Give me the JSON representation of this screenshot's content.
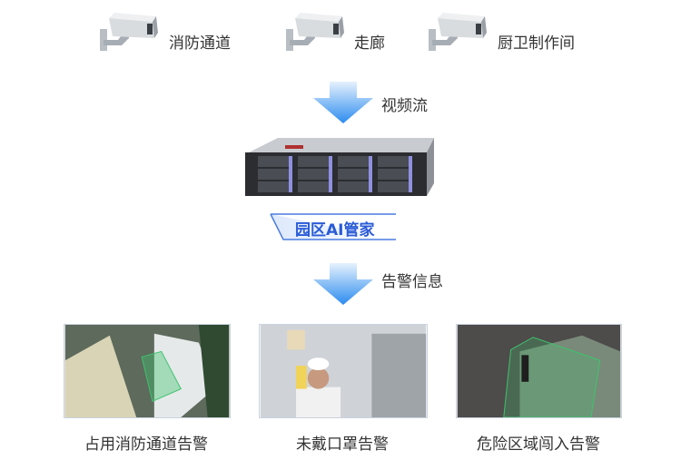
{
  "cameras": [
    {
      "label": "消防通道"
    },
    {
      "label": "走廊"
    },
    {
      "label": "厨卫制作间"
    }
  ],
  "flow1": {
    "label": "视频流"
  },
  "platform": {
    "label": "园区AI管家"
  },
  "flow2": {
    "label": "告警信息"
  },
  "alerts": [
    {
      "caption": "占用消防通道告警"
    },
    {
      "caption": "未戴口罩告警"
    },
    {
      "caption": "危险区域闯入告警"
    }
  ],
  "colors": {
    "arrow": "#2f8ff0",
    "banner": "#2a5bd7",
    "zone": "#3ec46d"
  }
}
